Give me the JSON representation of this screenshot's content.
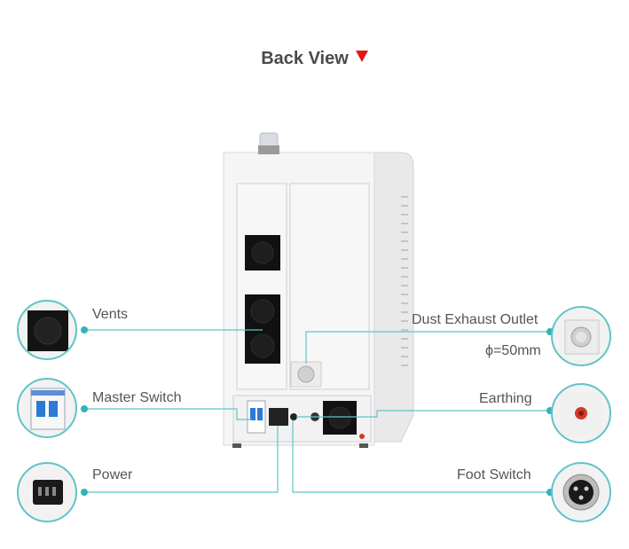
{
  "title": "Back View",
  "labels": {
    "vents": "Vents",
    "master_switch": "Master Switch",
    "power": "Power",
    "dust_exhaust_outlet": "Dust Exhaust Outlet",
    "dust_exhaust_diameter": "ϕ=50mm",
    "earthing": "Earthing",
    "foot_switch": "Foot Switch"
  },
  "colors": {
    "accent_line": "#5fc4c8",
    "dot": "#2fb3b8",
    "title_marker": "#e01818",
    "cabinet": "#f3f3f3"
  }
}
